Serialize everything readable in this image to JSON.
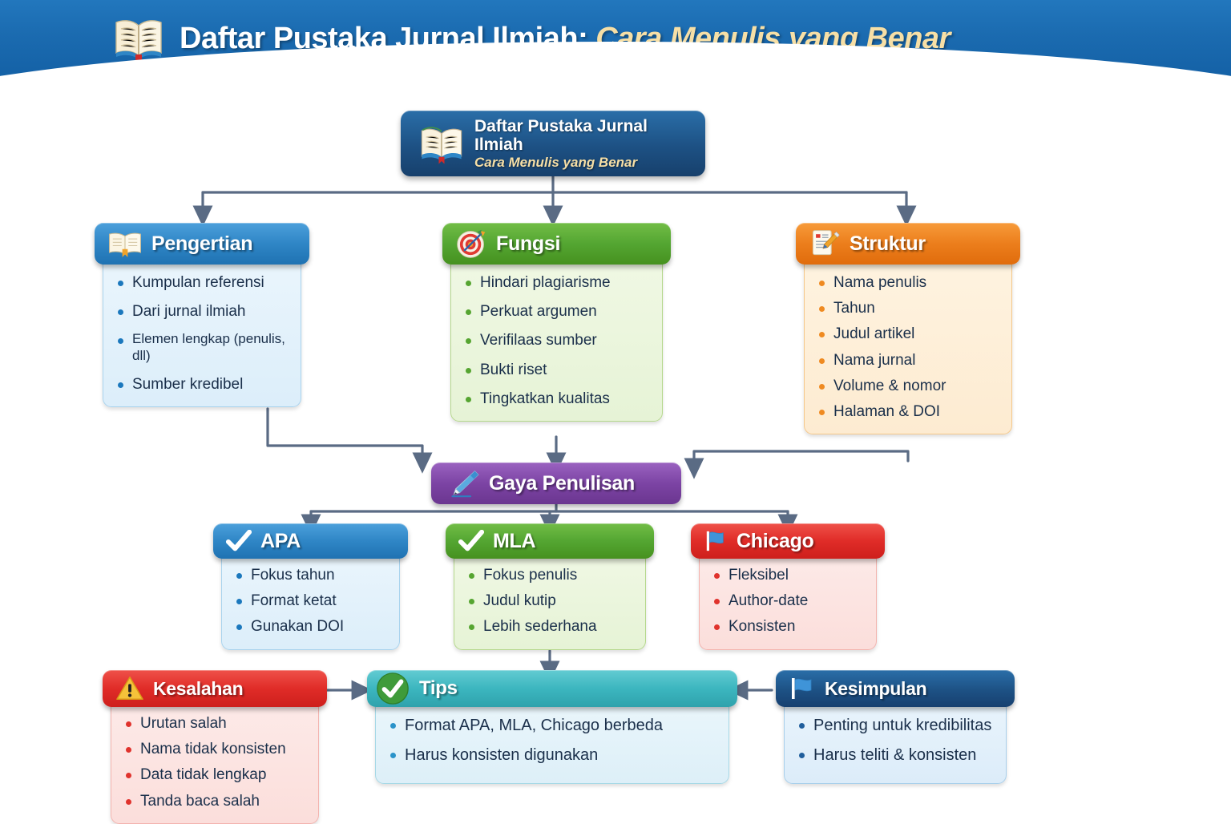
{
  "banner": {
    "title_main": "Daftar Pustaka Jurnal Ilmiah:",
    "title_sub": "Cara Menulis yang Benar",
    "icon": "open-book-icon",
    "bg_color": "#1b6bb0"
  },
  "root_node": {
    "icon": "open-book-icon",
    "title": "Daftar Pustaka Jurnal Ilmiah",
    "subtitle": "Cara Menulis yang Benar",
    "color": "#1d5184"
  },
  "branches": [
    {
      "id": "pengertian",
      "title": "Pengertian",
      "icon": "open-book-icon",
      "color": "#2f86c6",
      "items": [
        "Kumpulan referensi",
        "Dari jurnal ilmiah",
        "Elemen lengkap (penulis, dll)",
        "Sumber kredibel"
      ]
    },
    {
      "id": "fungsi",
      "title": "Fungsi",
      "icon": "target-dart-icon",
      "color": "#54a632",
      "items": [
        "Hindari plagiarisme",
        "Perkuat argumen",
        "Verifilaas sumber",
        "Bukti riset",
        "Tingkatkan kualitas"
      ]
    },
    {
      "id": "struktur",
      "title": "Struktur",
      "icon": "document-pencil-icon",
      "color": "#ec7e1c",
      "items": [
        "Nama penulis",
        "Tahun",
        "Judul artikel",
        "Nama jurnal",
        "Volume & nomor",
        "Halaman & DOI"
      ]
    }
  ],
  "style_node": {
    "title": "Gaya Penulisan",
    "icon": "pencil-icon",
    "color": "#7c44a4"
  },
  "styles": [
    {
      "id": "apa",
      "title": "APA",
      "icon": "check-mark-icon",
      "color": "#2f86c6",
      "items": [
        "Fokus tahun",
        "Format ketat",
        "Gunakan DOI"
      ]
    },
    {
      "id": "mla",
      "title": "MLA",
      "icon": "check-mark-icon",
      "color": "#54a632",
      "items": [
        "Fokus penulis",
        "Judul kutip",
        "Lebih sederhana"
      ]
    },
    {
      "id": "chicago",
      "title": "Chicago",
      "icon": "flag-icon",
      "color": "#e02c28",
      "items": [
        "Fleksibel",
        "Author-date",
        "Konsisten"
      ]
    }
  ],
  "bottom": [
    {
      "id": "kesalahan",
      "title": "Kesalahan",
      "icon": "warning-triangle-icon",
      "color": "#e02c28",
      "items": [
        "Urutan salah",
        "Nama tidak konsisten",
        "Data tidak lengkap",
        "Tanda baca salah"
      ]
    },
    {
      "id": "tips",
      "title": "Tips",
      "icon": "green-check-circle-icon",
      "color": "#3cb6bf",
      "items": [
        "Format APA, MLA, Chicago berbeda",
        "Harus konsisten digunakan"
      ]
    },
    {
      "id": "kesimpulan",
      "title": "Kesimpulan",
      "icon": "flag-icon",
      "color": "#1d5184",
      "items": [
        "Penting untuk kredibilitas",
        "Harus teliti & konsisten"
      ]
    }
  ],
  "connector_color": "#5a6b84"
}
